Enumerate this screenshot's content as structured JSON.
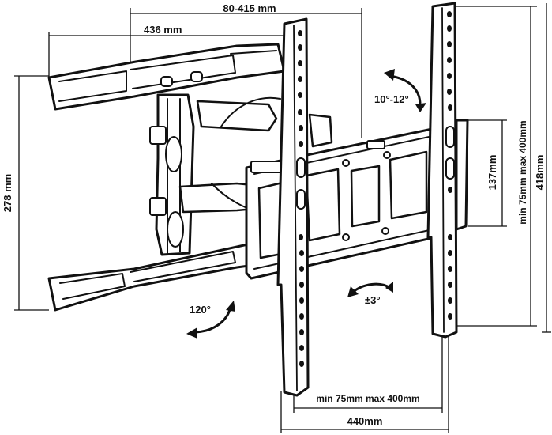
{
  "dimensions": {
    "arm_reach": "80-415 mm",
    "arm_length": "436 mm",
    "wall_plate_height": "278 mm",
    "center_plate_height": "137mm",
    "vesa_vertical": "min 75mm max 400mm",
    "total_height": "418mm",
    "vesa_horizontal": "min 75mm max 400mm",
    "total_width": "440mm"
  },
  "adjustments": {
    "tilt": "10°-12°",
    "swivel": "120°",
    "rotation": "±3°"
  },
  "colors": {
    "ink": "#111111",
    "background": "#ffffff"
  }
}
